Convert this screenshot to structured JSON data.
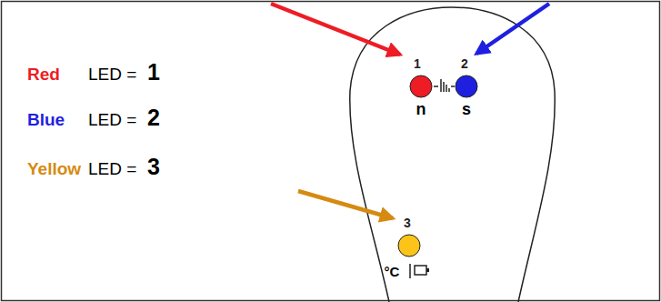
{
  "diagram": {
    "labels": [
      "Red",
      "LED =",
      "1",
      "Blue",
      "LED =",
      "2",
      "Yellow",
      "LED =",
      "3",
      "1",
      "2",
      "n",
      "s",
      "3",
      "°C"
    ]
  }
}
